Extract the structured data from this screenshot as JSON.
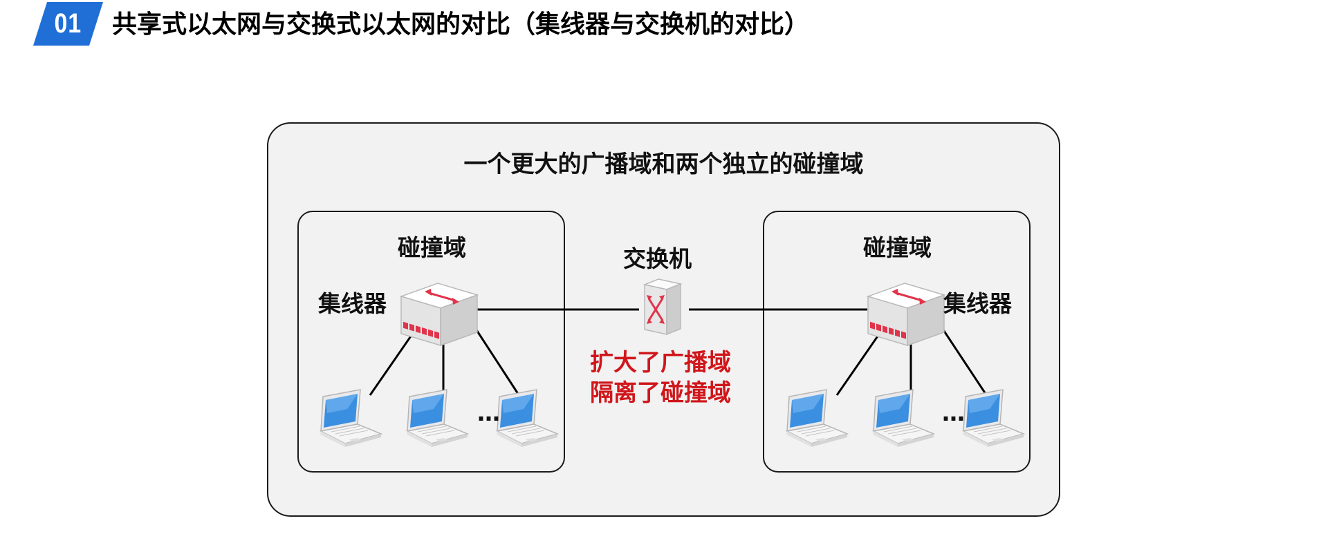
{
  "header": {
    "badge_number": "01",
    "title": "共享式以太网与交换式以太网的对比（集线器与交换机的对比）",
    "accent_color": "#1f6fd6"
  },
  "diagram": {
    "heading": "一个更大的广播域和两个独立的碰撞域",
    "left_domain": {
      "domain_label": "碰撞域",
      "hub_label": "集线器",
      "ellipsis": "…",
      "laptop_count": 3
    },
    "right_domain": {
      "domain_label": "碰撞域",
      "hub_label": "集线器",
      "ellipsis": "…",
      "laptop_count": 3
    },
    "switch_label": "交换机",
    "notes": [
      "扩大了广播域",
      "隔离了碰撞域"
    ],
    "note_color": "#d0161b",
    "icons": [
      "hub-icon",
      "switch-icon",
      "laptop-icon"
    ]
  }
}
